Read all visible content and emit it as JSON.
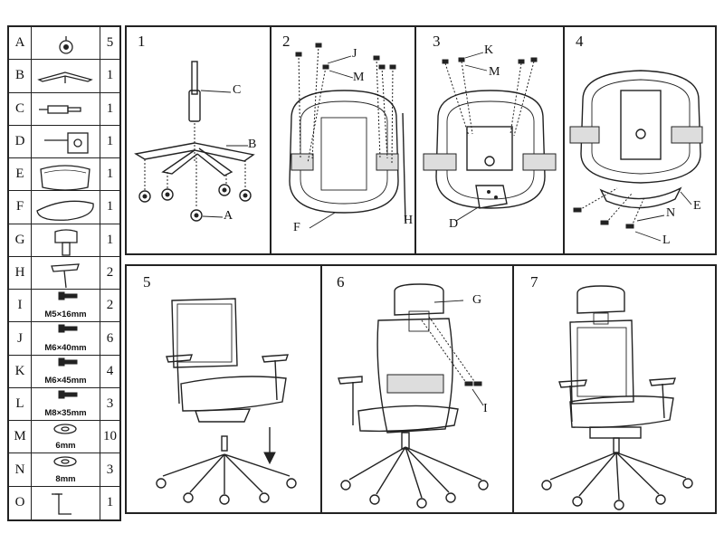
{
  "parts": [
    {
      "letter": "A",
      "qty": "5",
      "label": "",
      "icon": "caster-icon"
    },
    {
      "letter": "B",
      "qty": "1",
      "label": "",
      "icon": "base-icon"
    },
    {
      "letter": "C",
      "qty": "1",
      "label": "",
      "icon": "gas-lift-icon"
    },
    {
      "letter": "D",
      "qty": "1",
      "label": "",
      "icon": "mechanism-icon"
    },
    {
      "letter": "E",
      "qty": "1",
      "label": "",
      "icon": "backrest-icon"
    },
    {
      "letter": "F",
      "qty": "1",
      "label": "",
      "icon": "seat-icon"
    },
    {
      "letter": "G",
      "qty": "1",
      "label": "",
      "icon": "headrest-icon"
    },
    {
      "letter": "H",
      "qty": "2",
      "label": "",
      "icon": "armrest-icon"
    },
    {
      "letter": "I",
      "qty": "2",
      "label": "M5×16mm",
      "icon": "screw-icon"
    },
    {
      "letter": "J",
      "qty": "6",
      "label": "M6×40mm",
      "icon": "screw-icon"
    },
    {
      "letter": "K",
      "qty": "4",
      "label": "M6×45mm",
      "icon": "screw-icon"
    },
    {
      "letter": "L",
      "qty": "3",
      "label": "M8×35mm",
      "icon": "screw-icon"
    },
    {
      "letter": "M",
      "qty": "10",
      "label": "6mm",
      "icon": "washer-icon"
    },
    {
      "letter": "N",
      "qty": "3",
      "label": "8mm",
      "icon": "washer-icon"
    },
    {
      "letter": "O",
      "qty": "1",
      "label": "",
      "icon": "hex-key-icon"
    }
  ],
  "steps": {
    "s1": {
      "num": "1",
      "callouts": {
        "c": "C",
        "b": "B",
        "a": "A"
      }
    },
    "s2": {
      "num": "2",
      "callouts": {
        "j": "J",
        "m": "M",
        "f": "F",
        "h": "H"
      }
    },
    "s3": {
      "num": "3",
      "callouts": {
        "k": "K",
        "m": "M",
        "d": "D"
      }
    },
    "s4": {
      "num": "4",
      "callouts": {
        "n": "N",
        "e": "E",
        "l": "L"
      }
    },
    "s5": {
      "num": "5"
    },
    "s6": {
      "num": "6",
      "callouts": {
        "g": "G",
        "i": "I"
      }
    },
    "s7": {
      "num": "7"
    }
  }
}
